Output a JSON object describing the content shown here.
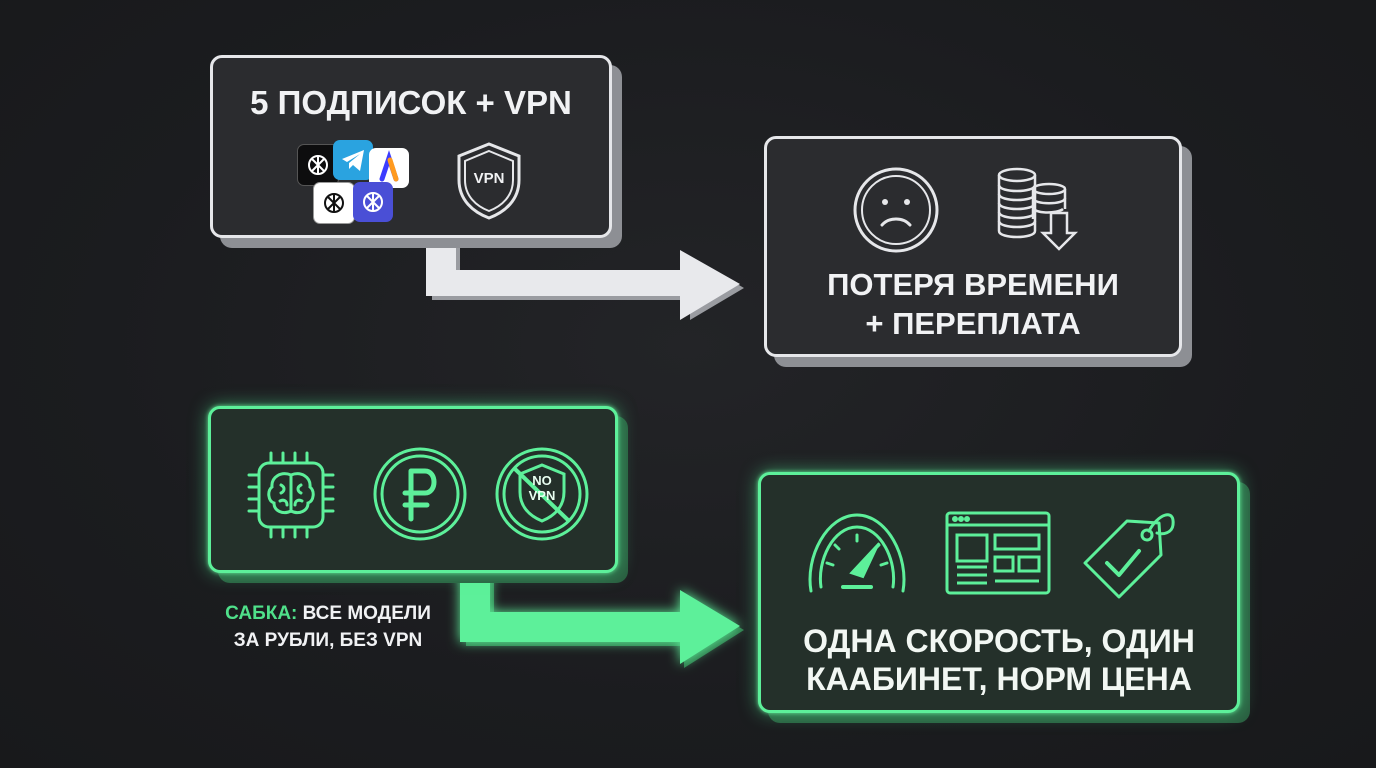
{
  "problem_box": {
    "title": "5 ПОДПИСОК + VPN",
    "shield_label": "VPN"
  },
  "result_box": {
    "line1": "ПОТЕРЯ ВРЕМЕНИ",
    "line2": "+ ПЕРЕПЛАТА"
  },
  "solution_box": {
    "no_vpn_line1": "NO",
    "no_vpn_line2": "VPN"
  },
  "caption": {
    "brand": "САБКА:",
    "line1_rest": " ВСЕ МОДЕЛИ",
    "line2": "ЗА РУБЛИ, БЕЗ VPN"
  },
  "benefit_box": {
    "line1": "ОДНА СКОРОСТЬ, ОДИН",
    "line2": "КААБИНЕТ, НОРМ ЦЕНА"
  },
  "colors": {
    "background": "#1b1c1f",
    "gray_border": "#e6e7ea",
    "green_accent": "#5df09a",
    "telegram_blue": "#2aa3e0",
    "app_purple": "#4a4fd6"
  },
  "icons": [
    "openai-icon",
    "telegram-icon",
    "a-app-icon",
    "vpn-shield-icon",
    "sad-face-icon",
    "coins-down-icon",
    "ai-chip-brain-icon",
    "ruble-icon",
    "no-vpn-icon",
    "speedometer-icon",
    "dashboard-window-icon",
    "price-tag-check-icon"
  ]
}
